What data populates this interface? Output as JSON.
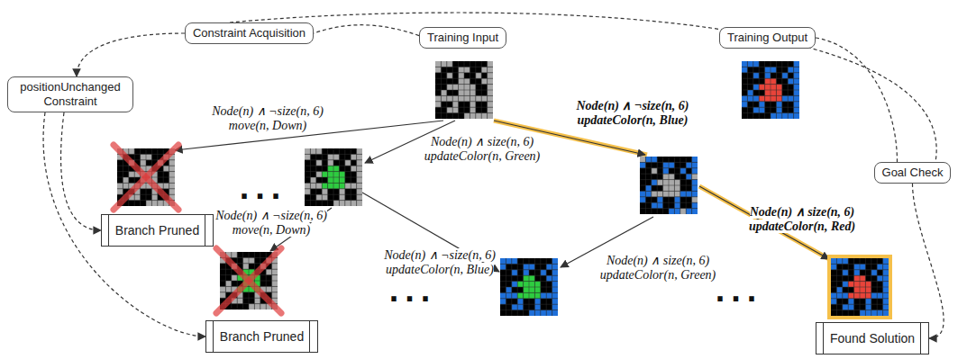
{
  "diagram": {
    "nodes": [
      {
        "text": [
          "Constraint Acquisition"
        ]
      },
      {
        "text": [
          "Training Input"
        ]
      },
      {
        "text": [
          "Training Output"
        ]
      },
      {
        "text": [
          "positionUnchanged Constraint"
        ]
      },
      {
        "text": [
          "Goal Check"
        ]
      },
      {
        "text": [
          "Branch Pruned"
        ]
      },
      {
        "text": [
          "Branch Pruned"
        ]
      },
      {
        "text": [
          "Found Solution"
        ]
      }
    ],
    "edges": [
      {
        "from": 1,
        "to": 0,
        "arrow": "none"
      },
      {
        "from": 0,
        "to": 3,
        "arrow": "to"
      },
      {
        "from": 0,
        "to": 4,
        "arrow": "none"
      },
      {
        "from": 2,
        "to": 4,
        "arrow": "none"
      },
      {
        "from": 4,
        "to": 7,
        "arrow": "to"
      },
      {
        "from": 3,
        "to": 5,
        "arrow": "to"
      },
      {
        "from": 3,
        "to": 6,
        "arrow": "to"
      }
    ],
    "labels": [
      "Node(n) ∧ ¬size(n, 6) move(n, Down)",
      "Node(n) ∧ size(n, 6) updateColor(n, Green)",
      "Node(n) ∧ ¬size(n, 6) updateColor(n, Blue)",
      "Node(n) ∧ ¬size(n, 6) move(n, Down)",
      "Node(n) ∧ ¬size(n, 6) updateColor(n, Blue)",
      "Node(n) ∧ size(n, 6) updateColor(n, Green)",
      "Node(n) ∧ size(n, 6) updateColor(n, Red)",
      "...",
      "...",
      "..."
    ]
  }
}
